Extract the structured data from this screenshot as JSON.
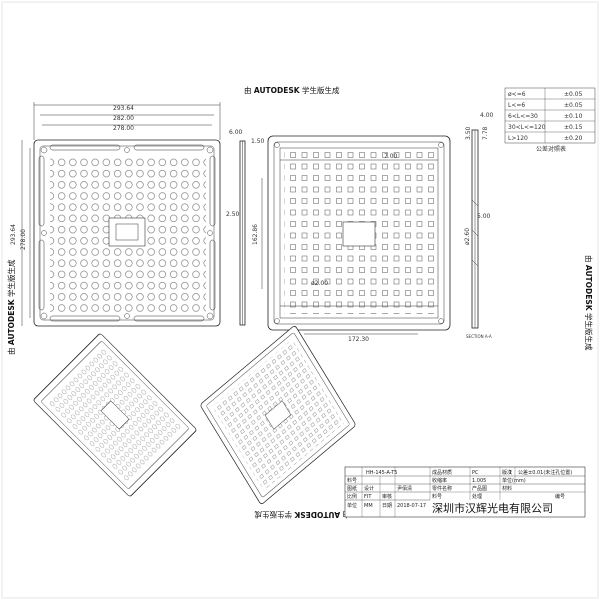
{
  "watermark": {
    "prefix": "由",
    "brand": "AUTODESK",
    "suffix": "学生版生成"
  },
  "view_front": {
    "dims": [
      "293.64",
      "282.00",
      "278.00",
      "293.64",
      "278.00"
    ]
  },
  "view_side": {
    "dims": [
      "6.00",
      "1.50",
      "2.50"
    ]
  },
  "view_rear": {
    "dims": [
      "7.00",
      "162.86",
      "ø2.00",
      "172.30"
    ]
  },
  "view_section": {
    "dims": [
      "4.00",
      "3.50",
      "7.78",
      "ø2.60",
      "5.00"
    ],
    "label": "SECTION A-A"
  },
  "tolerance_table": {
    "caption": "公差对照表",
    "rows": [
      {
        "range": "ø<=6",
        "tol": "±0.05"
      },
      {
        "range": "L<=6",
        "tol": "±0.05"
      },
      {
        "range": "6<L<=30",
        "tol": "±0.10"
      },
      {
        "range": "30<L<=120",
        "tol": "±0.15"
      },
      {
        "range": "L>120",
        "tol": "±0.20"
      }
    ]
  },
  "title_block": {
    "part_no": "HH-145-A-T5",
    "material_label": "成品材质",
    "material": "PC",
    "rev_label": "版次",
    "rev": "1",
    "tol_note": "公差±0.01(未注孔位置)",
    "r1": [
      "料号",
      "收缩率",
      "1.005",
      "单位(mm)"
    ],
    "r2": [
      "图纸",
      "设计",
      "尹佰清",
      "零件名称",
      "产品图",
      "材料"
    ],
    "r3": [
      "比例",
      "FIT",
      "审核",
      "料号",
      "处理",
      "编号"
    ],
    "r4": [
      "单位",
      "MM",
      "日期",
      "2018-07-17"
    ],
    "company": "深圳市汉辉光电有限公司"
  }
}
